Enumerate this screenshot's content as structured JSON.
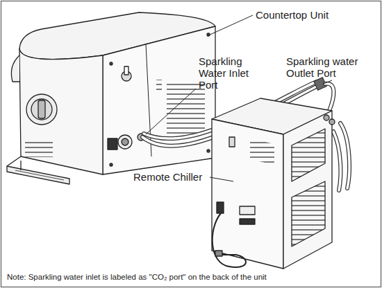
{
  "diagram": {
    "labels": [
      "Countertop Unit",
      "Sparkling Water Inlet Port",
      "Sparkling water Outlet Port",
      "Remote Chiller",
      "Note: Sparkling water inlet is labeled as \"CO₂ port\" on the back of the unit"
    ]
  }
}
